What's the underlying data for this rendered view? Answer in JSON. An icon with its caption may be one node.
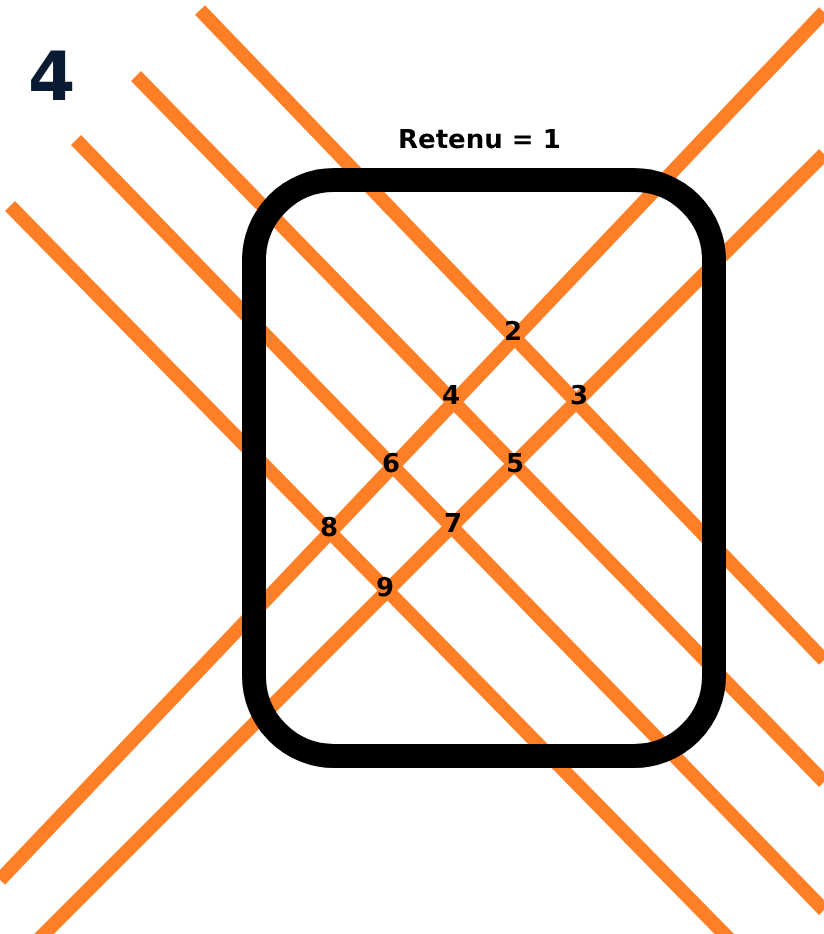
{
  "diagram": {
    "labels": [
      "4",
      "Retenu = 1",
      "2",
      "4",
      "3",
      "6",
      "5",
      "8",
      "7",
      "9"
    ]
  }
}
